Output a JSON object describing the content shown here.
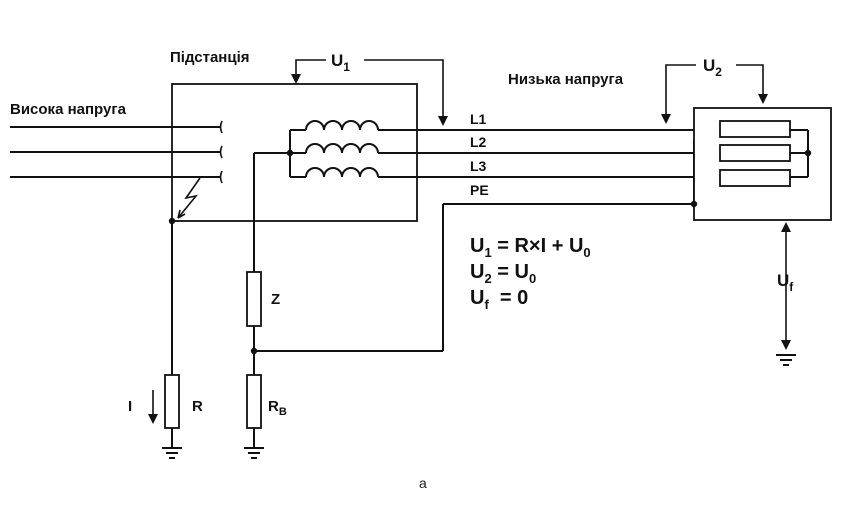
{
  "labels": {
    "substation": "Підстанція",
    "high_voltage": "Висока напруга",
    "low_voltage": "Низька напруга",
    "u1_prefix": "U",
    "u1_sub": "1",
    "u2_prefix": "U",
    "u2_sub": "2",
    "uf_prefix": "U",
    "uf_sub": "f",
    "line_l1": "L1",
    "line_l2": "L2",
    "line_l3": "L3",
    "line_pe": "PE",
    "impedance_z": "Z",
    "resistor_r": "R",
    "resistor_rb_prefix": "R",
    "resistor_rb_sub": "B",
    "current_i": "I",
    "caption": "a"
  },
  "equations": [
    {
      "lhs": "U",
      "lhs_sub": "1",
      "rhs": " = R×I + U",
      "rhs_sub": "0"
    },
    {
      "lhs": "U",
      "lhs_sub": "2",
      "rhs": " = U",
      "rhs_sub": "0"
    },
    {
      "lhs": "U",
      "lhs_sub": "f",
      "rhs": "  = 0",
      "rhs_sub": ""
    }
  ]
}
